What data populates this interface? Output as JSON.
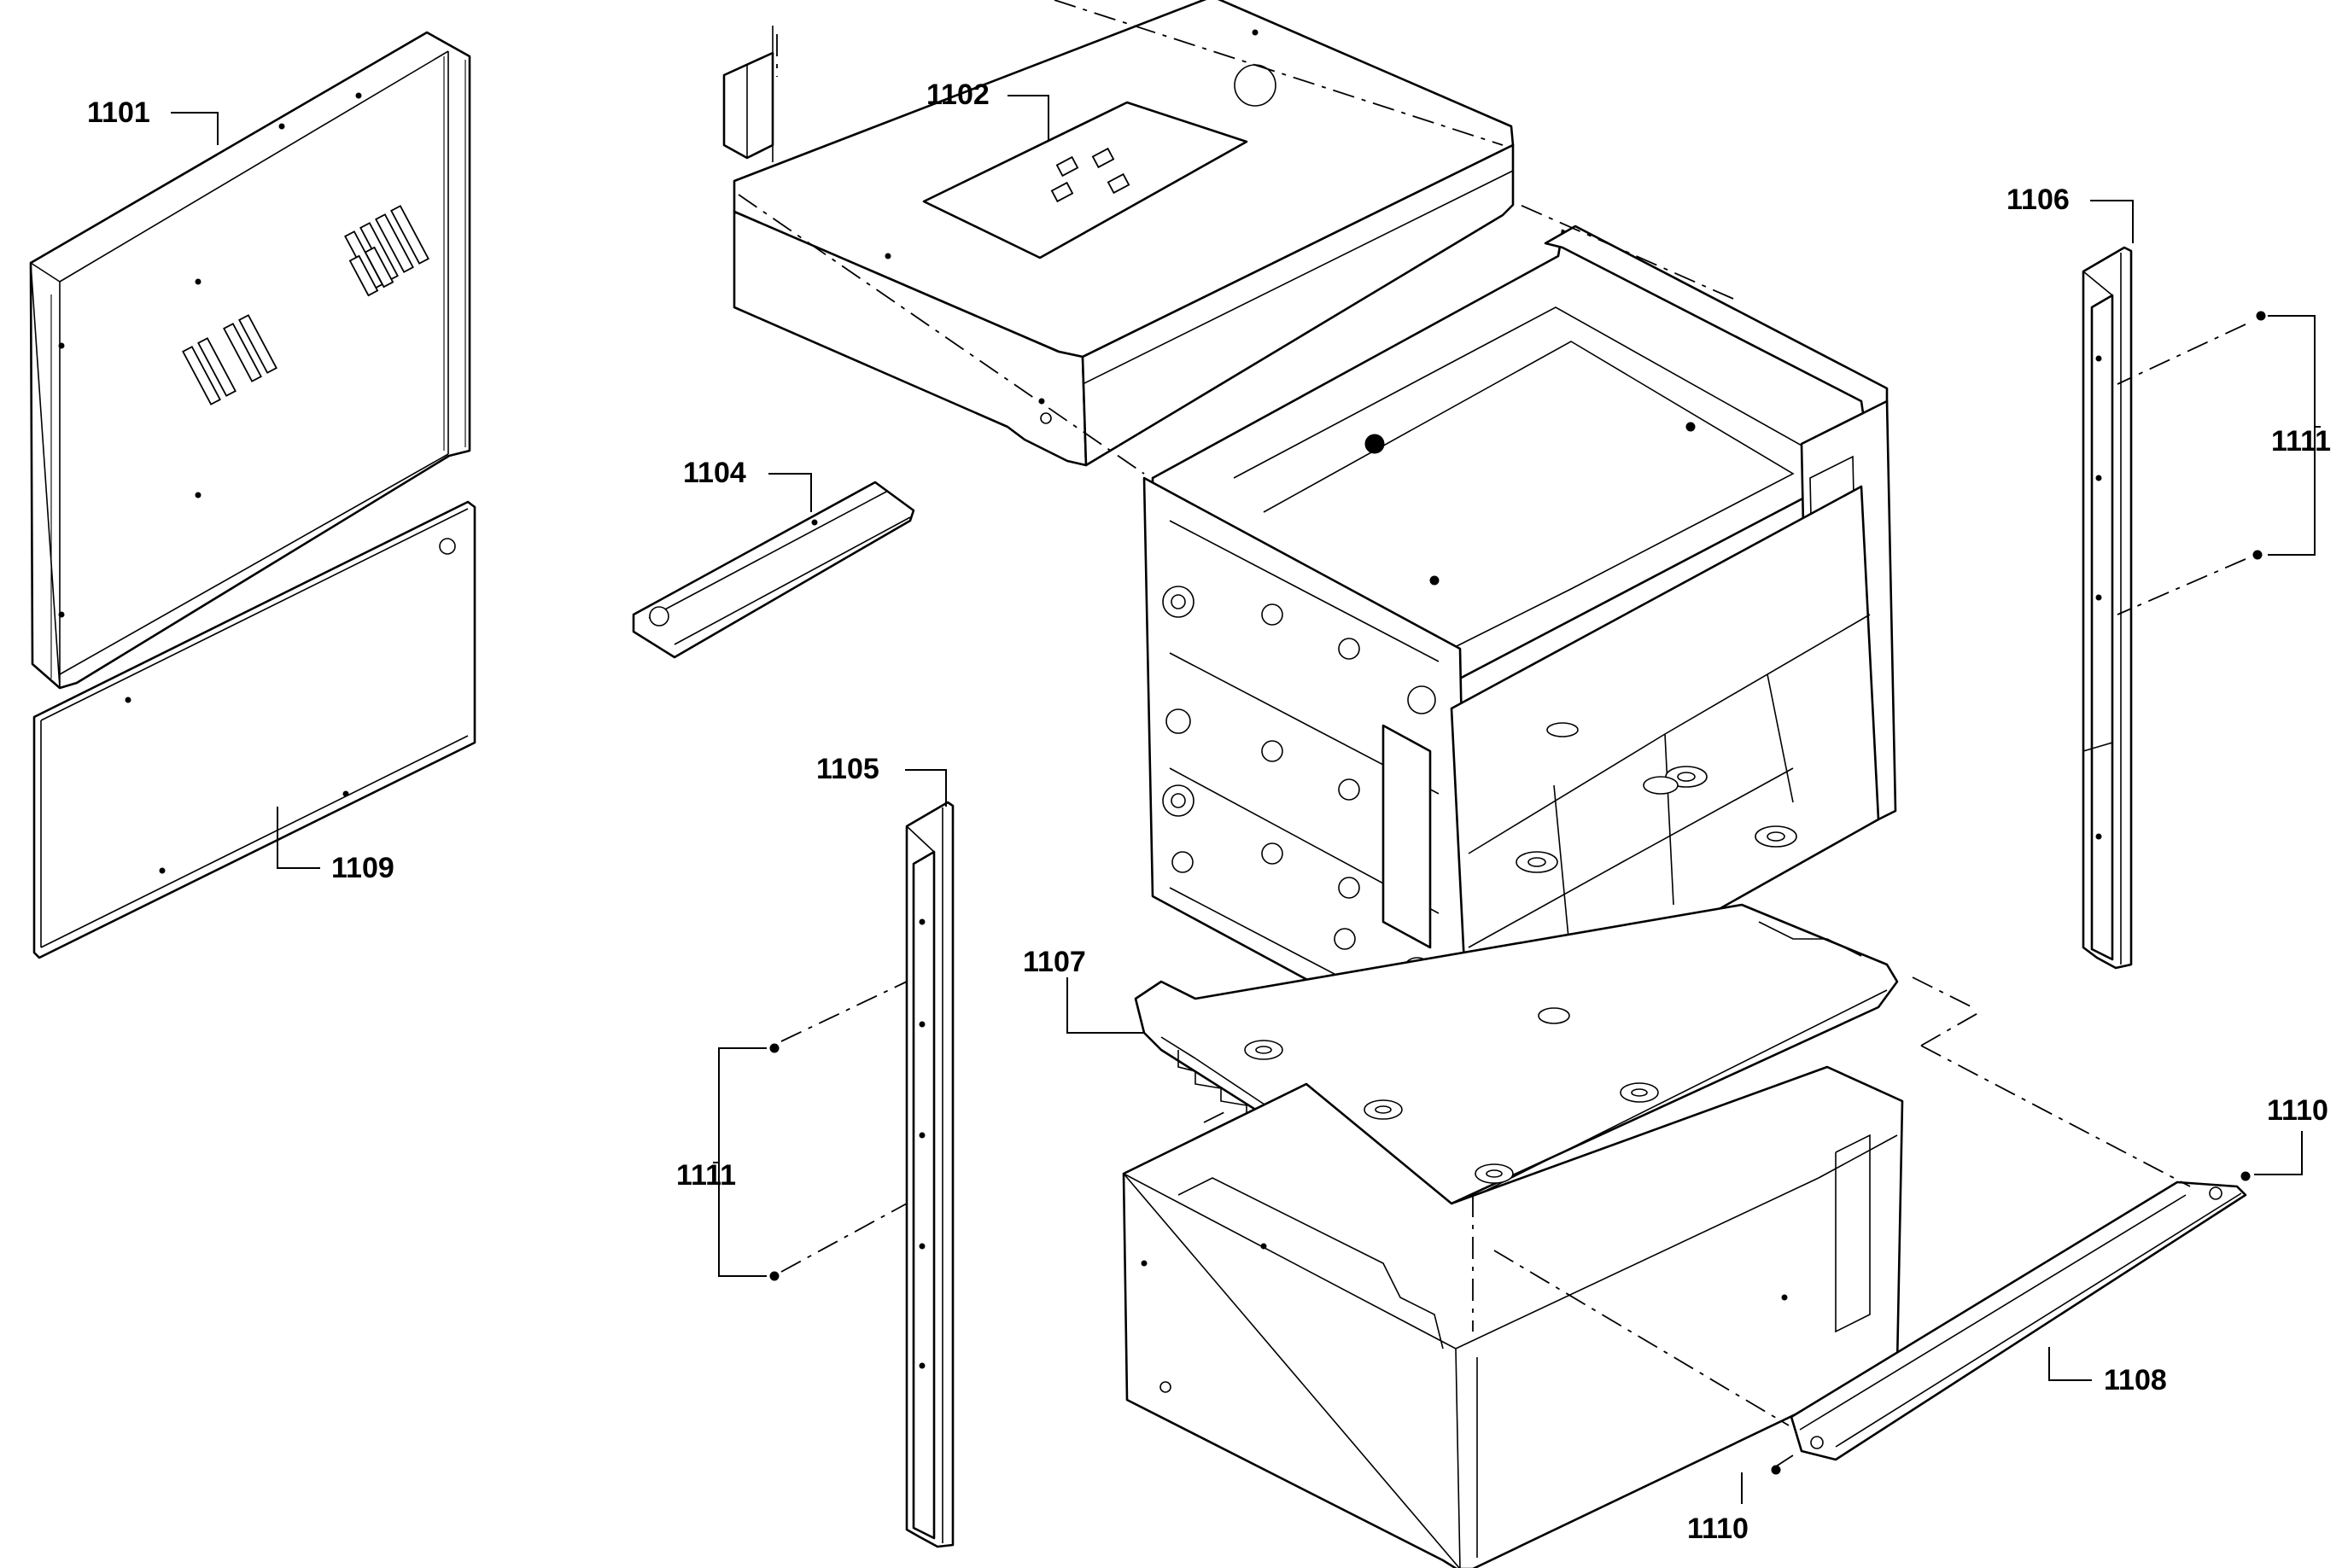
{
  "diagram": {
    "callouts": [
      {
        "id": "1101"
      },
      {
        "id": "1102"
      },
      {
        "id": "1104"
      },
      {
        "id": "1105"
      },
      {
        "id": "1106"
      },
      {
        "id": "1107"
      },
      {
        "id": "1108"
      },
      {
        "id": "1109"
      },
      {
        "id": "1110",
        "instance": "upper"
      },
      {
        "id": "1110",
        "instance": "lower"
      },
      {
        "id": "1111",
        "instance": "left"
      },
      {
        "id": "1111",
        "instance": "right"
      }
    ]
  }
}
